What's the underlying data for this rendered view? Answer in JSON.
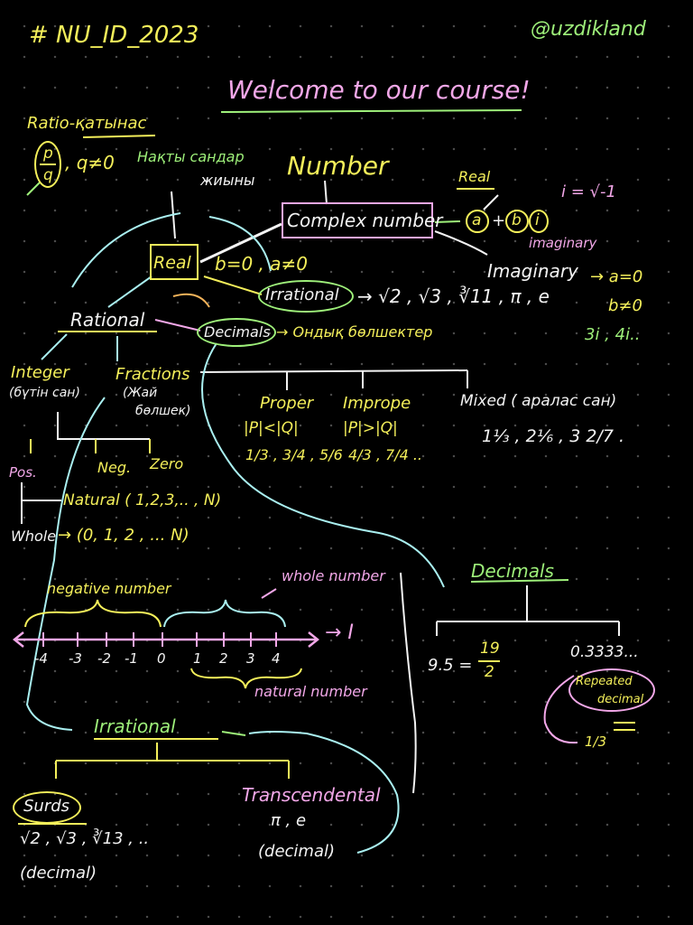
{
  "header": {
    "tag": "# NU_ID_2023",
    "handle": "@uzdikland"
  },
  "title": "Welcome to our course!",
  "ratio": {
    "label": "Ratio-қатынас",
    "fraction_p": "p",
    "fraction_q": "q",
    "condition": ", q≠0"
  },
  "naqty": {
    "line1": "Нақты сандар",
    "line2": "жиыны"
  },
  "number": "Number",
  "complex": {
    "label": "Complex number",
    "real_tag": "Real",
    "a": "a",
    "plus": "+",
    "b": "b",
    "i": "i",
    "i_def": "i = √-1",
    "imaginary_tag": "imaginary"
  },
  "real": {
    "label": "Real",
    "cond": "b=0 , a≠0"
  },
  "imaginary": {
    "label": "Imaginary",
    "cond1": "→ a=0",
    "cond2": "b≠0",
    "examples": "3i , 4i.."
  },
  "irrational_top": {
    "label": "Irrational",
    "examples": "→ √2 , √3 , ∛11 , π , e"
  },
  "rational": "Rational",
  "decimals_top": {
    "label": "Decimals",
    "note": "→ Ондық бөлшектер"
  },
  "integer": {
    "label": "Integer",
    "sub": "(бүтін сан)"
  },
  "fractions": {
    "label": "Fractions",
    "sub1": "(Жай",
    "sub2": "бөлшек)"
  },
  "fraction_types": [
    {
      "label": "Proper",
      "rule": "|P|<|Q|",
      "examples": "1/3 , 3/4 , 5/6"
    },
    {
      "label": "Impropе",
      "rule": "|P|>|Q|",
      "examples": "4/3 , 7/4 .."
    },
    {
      "label": "Mixed ( аралас сан)",
      "rule": "",
      "examples": "1⅓ , 2⅙ , 3 2/7 ."
    }
  ],
  "integer_types": {
    "pos": "Pos.",
    "neg": "Neg.",
    "zero": "Zero"
  },
  "natural": "Natural ( 1,2,3,.. , N)",
  "whole": {
    "label": "Whole",
    "set": "→ (0, 1, 2 , ... N)"
  },
  "number_line": {
    "negative_label": "negative number",
    "whole_label": "whole number",
    "natural_label": "natural number",
    "set_symbol": "→ I",
    "ticks": [
      "-4",
      "-3",
      "-2",
      "-1",
      "0",
      "1",
      "2",
      "3",
      "4"
    ]
  },
  "decimals_right": {
    "label": "Decimals",
    "left_eq": "9.5 = 19/2",
    "num": "19",
    "den": "2",
    "lhs": "9.5 =",
    "right_val": "0.3333...",
    "repeated1": "Repeated",
    "repeated2": "decimal",
    "equals": "=",
    "fraction": "1/3"
  },
  "irrational_bottom": {
    "label": "Irrational",
    "surds": "Surds",
    "surds_examples": "√2 , √3 , ∛13 , ..",
    "surds_note": "(decimal)",
    "trans": "Transcendental",
    "trans_examples": "π , e",
    "trans_note": "(decimal)"
  },
  "colors": {
    "yellow": "#f4ef5a",
    "green": "#9ef07a",
    "pink": "#f2a7e8",
    "cyan": "#a9eff0",
    "white": "#f3f3f3"
  }
}
